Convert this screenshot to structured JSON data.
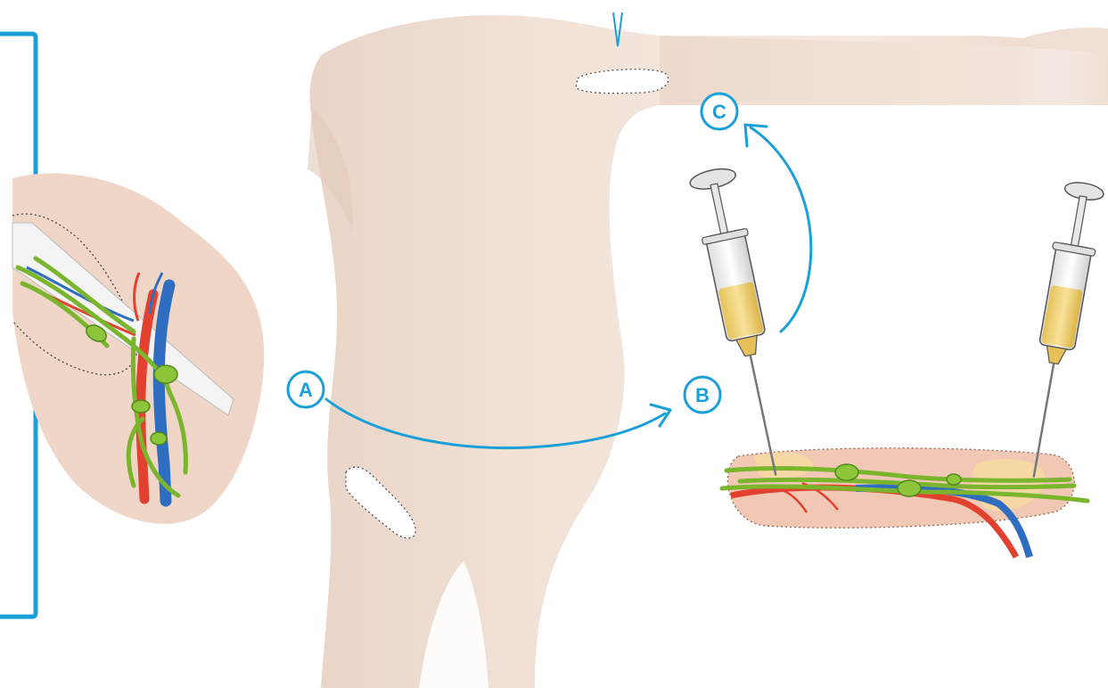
{
  "labels": {
    "a": "A",
    "b": "B",
    "c": "C"
  },
  "colors": {
    "accent": "#1aa0d8",
    "skin": "#f2e1d6",
    "skin_shadow": "#e9cfc0",
    "tissue": "#f0c8b4",
    "artery": "#e2412f",
    "vein": "#2f6dc0",
    "lymph": "#7bb52e",
    "lymph_dark": "#4f8a1a",
    "syringe_fluid": "#f4d77a",
    "syringe_metal": "#b9b9b9"
  },
  "icons": {
    "inset_frame": "rounded-bracket-frame",
    "syringe": "syringe-icon",
    "arrow": "curved-arrow-icon"
  }
}
